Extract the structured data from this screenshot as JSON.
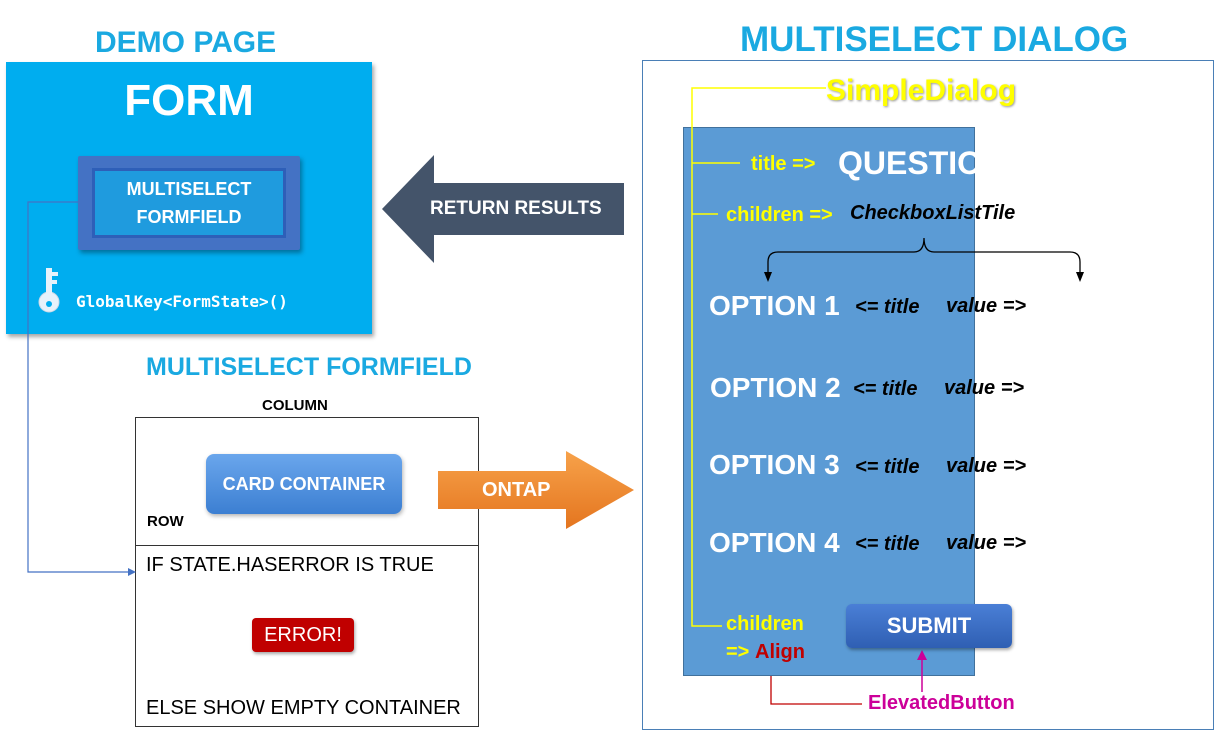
{
  "demo_page": {
    "title": "DEMO PAGE",
    "form_title": "FORM",
    "formfield_line1": "MULTISELECT",
    "formfield_line2": "FORMFIELD",
    "global_key": "GlobalKey<FormState>()"
  },
  "return_results": "RETURN RESULTS",
  "formfield_section": {
    "title": "MULTISELECT FORMFIELD",
    "column_label": "COLUMN",
    "card_label": "CARD CONTAINER",
    "row_label": "ROW",
    "if_text": "IF STATE.HASERROR IS TRUE",
    "error_label": "ERROR!",
    "else_text": "ELSE SHOW EMPTY CONTAINER"
  },
  "ontap": "ONTAP",
  "dialog": {
    "title": "MULTISELECT DIALOG",
    "simple_dialog": "SimpleDialog",
    "title_arrow": "title =>",
    "question": "QUESTION",
    "children_arrow": "children =>",
    "checkbox_list_tile": "CheckboxListTile",
    "options": [
      {
        "label": "OPTION 1",
        "title_hint": "<= title",
        "value_hint": "value =>"
      },
      {
        "label": "OPTION 2",
        "title_hint": "<= title",
        "value_hint": "value =>"
      },
      {
        "label": "OPTION 3",
        "title_hint": "<= title",
        "value_hint": "value =>"
      },
      {
        "label": "OPTION 4",
        "title_hint": "<= title",
        "value_hint": "value =>"
      }
    ],
    "children_label": "children",
    "align_arrow": "=>",
    "align_label": "Align",
    "submit_label": "SUBMIT",
    "elevated_button": "ElevatedButton"
  },
  "colors": {
    "accent_cyan": "#00adef",
    "dialog_blue": "#5b9bd5",
    "yellow": "#ffff00",
    "error_red": "#c00000",
    "magenta": "#cc0099"
  }
}
